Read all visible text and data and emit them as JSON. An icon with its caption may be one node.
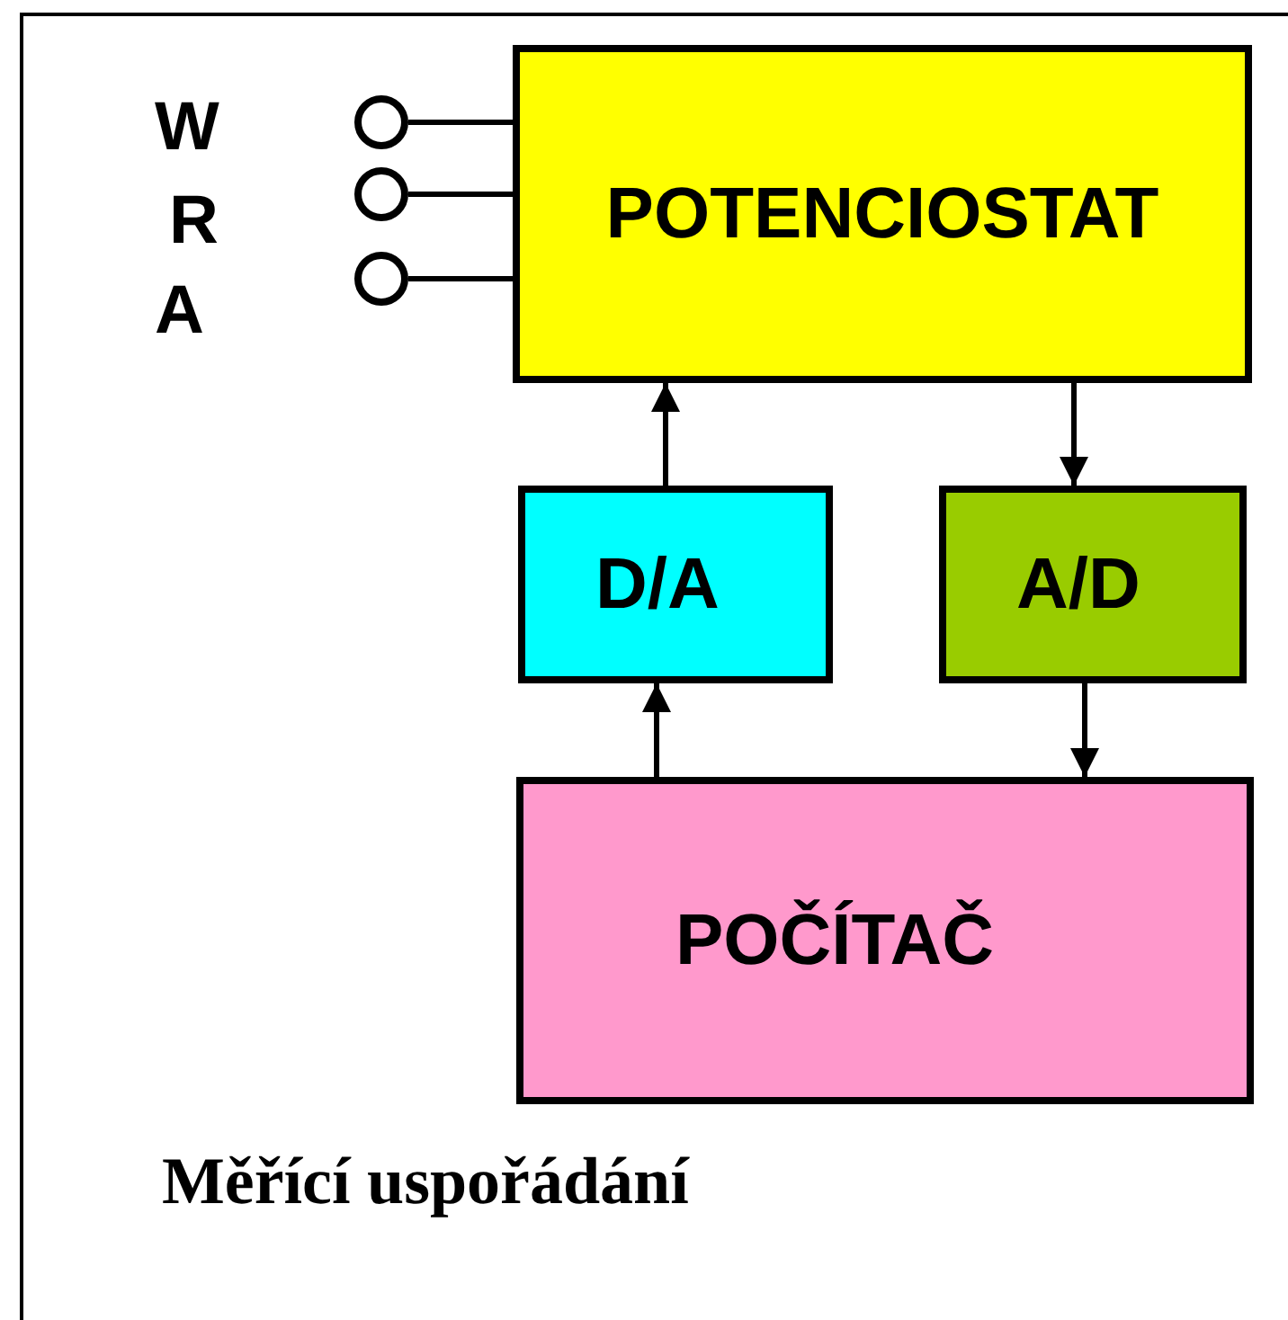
{
  "diagram": {
    "caption": "Měřící uspořádání",
    "nodes": [
      {
        "text": [
          "POTENCIOSTAT"
        ]
      },
      {
        "text": [
          "D/A"
        ]
      },
      {
        "text": [
          "A/D"
        ]
      },
      {
        "text": [
          "POČÍTAČ"
        ]
      },
      {
        "text": [],
        "shape": "circle",
        "beside": [
          "W"
        ]
      },
      {
        "text": [],
        "shape": "circle",
        "beside": [
          "R"
        ]
      },
      {
        "text": [],
        "shape": "circle",
        "beside": [
          "A"
        ]
      }
    ],
    "edges": [
      {
        "from": 4,
        "to": 0,
        "arrow": "none"
      },
      {
        "from": 5,
        "to": 0,
        "arrow": "none"
      },
      {
        "from": 6,
        "to": 0,
        "arrow": "none"
      },
      {
        "from": 1,
        "to": 0,
        "arrow": "to"
      },
      {
        "from": 0,
        "to": 2,
        "arrow": "to"
      },
      {
        "from": 3,
        "to": 1,
        "arrow": "to"
      },
      {
        "from": 2,
        "to": 3,
        "arrow": "to"
      }
    ]
  }
}
